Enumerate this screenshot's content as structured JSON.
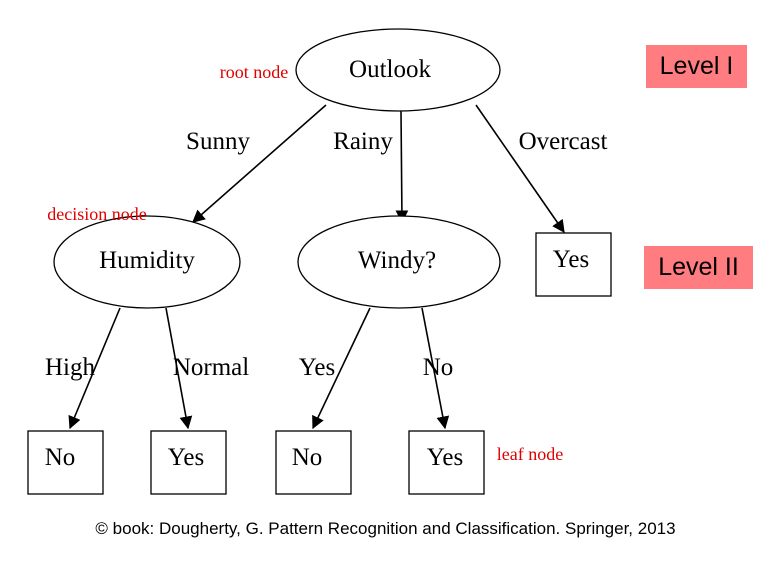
{
  "nodes": {
    "outlook": "Outlook",
    "humidity": "Humidity",
    "windy": "Windy?",
    "overcast_leaf": "Yes",
    "high_leaf": "No",
    "normal_leaf": "Yes",
    "windy_yes_leaf": "No",
    "windy_no_leaf": "Yes"
  },
  "edges": {
    "sunny": "Sunny",
    "rainy": "Rainy",
    "overcast": "Overcast",
    "high": "High",
    "normal": "Normal",
    "yes": "Yes",
    "no": "No"
  },
  "annotations": {
    "root": "root node",
    "decision": "decision node",
    "leaf": "leaf node"
  },
  "levels": {
    "level1": "Level I",
    "level2": "Level II"
  },
  "colors": {
    "annotation": "#e00000",
    "level_bg": "#ff7c80"
  },
  "credit": "© book: Dougherty, G. Pattern Recognition and Classification. Springer, 2013"
}
